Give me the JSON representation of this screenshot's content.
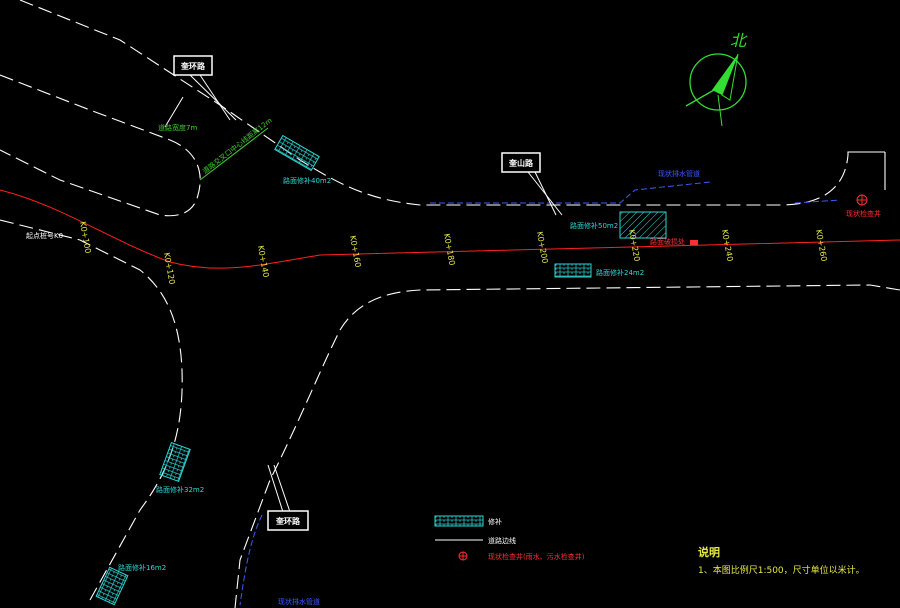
{
  "north_label": "北",
  "callouts": [
    {
      "id": "a",
      "text": "奎环路"
    },
    {
      "id": "b",
      "text": "奎山路"
    },
    {
      "id": "c",
      "text": "奎环路"
    }
  ],
  "stations": [
    "K0+100",
    "K0+120",
    "K0+140",
    "K0+160",
    "K0+180",
    "K0+200",
    "K0+220",
    "K0+240",
    "K0+260"
  ],
  "station_start": "起点桩号K0",
  "road_labels": {
    "width_left": "道路宽度7m",
    "green_dim": "道路交叉口中心线距离12m",
    "area_top": "路面修补40m2",
    "area_middle": "路面修补50m2",
    "area_bottom_right": "路面修补24m2",
    "area_left_lower": "路面修补32m2",
    "area_left_bottom": "路面修补16m2",
    "blue_top": "现状排水管道",
    "blue_bottom": "现状排水管道",
    "red_label": "路面破损处",
    "manhole_label": "现状检查井"
  },
  "legend": [
    {
      "symbol": "hatch",
      "text": "修补"
    },
    {
      "symbol": "line",
      "text": "道路边线"
    },
    {
      "symbol": "manhole",
      "text": "现状检查井(雨水、污水检查井)"
    }
  ],
  "notes": {
    "title": "说明",
    "items": [
      "1、本图比例尺1:500，尺寸单位以米计。"
    ]
  },
  "colors": {
    "road_edge": "#ffffff",
    "centerline": "#ff2020",
    "station": "#e8e84a",
    "patch": "#2fd6d6",
    "dim": "#44cc33",
    "pipe": "#3a5cff",
    "north": "#33dd33"
  }
}
